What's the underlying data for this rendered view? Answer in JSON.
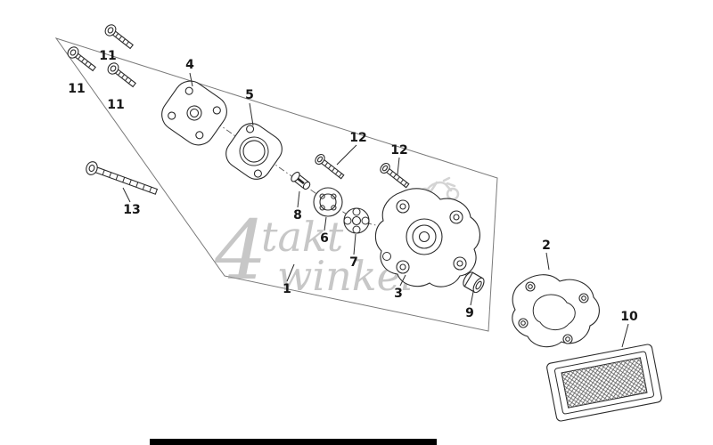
{
  "diagram": {
    "watermark": {
      "big4": "4",
      "takt": "takt",
      "winkel": "winkel"
    },
    "labels": {
      "l1": "1",
      "l2": "2",
      "l3": "3",
      "l4": "4",
      "l5": "5",
      "l6": "6",
      "l7": "7",
      "l8": "8",
      "l9": "9",
      "l10": "10",
      "l11a": "11",
      "l11b": "11",
      "l11c": "11",
      "l12a": "12",
      "l12b": "12",
      "l13": "13"
    }
  }
}
